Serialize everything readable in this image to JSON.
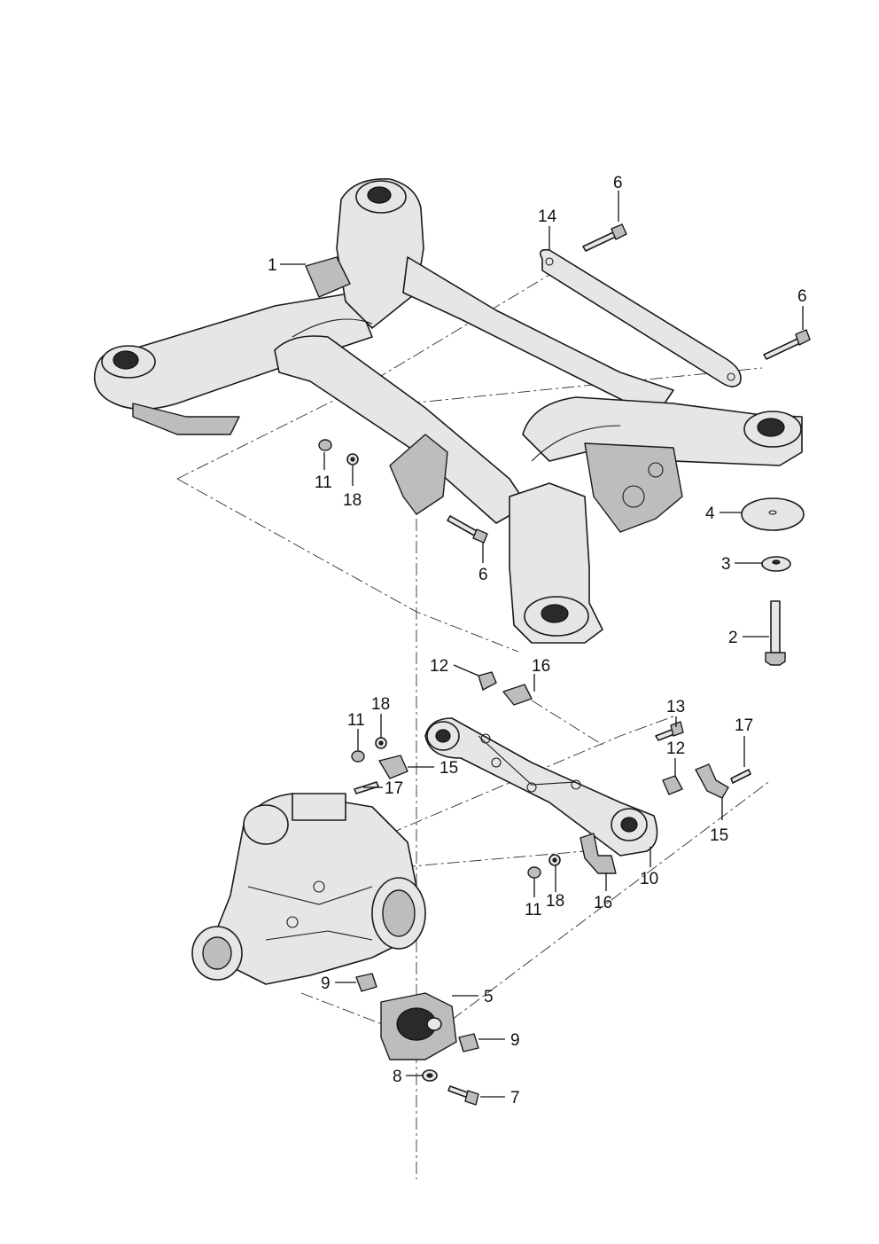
{
  "callouts": [
    {
      "id": "c1",
      "label": "1",
      "part": "rear-subframe"
    },
    {
      "id": "c2",
      "label": "2",
      "part": "mounting-bolt"
    },
    {
      "id": "c3",
      "label": "3",
      "part": "washer"
    },
    {
      "id": "c4",
      "label": "4",
      "part": "mounting-disc"
    },
    {
      "id": "c5",
      "label": "5",
      "part": "differential-mount"
    },
    {
      "id": "c6a",
      "label": "6",
      "part": "bolt"
    },
    {
      "id": "c6b",
      "label": "6",
      "part": "bolt"
    },
    {
      "id": "c6c",
      "label": "6",
      "part": "bolt"
    },
    {
      "id": "c7",
      "label": "7",
      "part": "bolt"
    },
    {
      "id": "c8",
      "label": "8",
      "part": "washer"
    },
    {
      "id": "c9a",
      "label": "9",
      "part": "clip"
    },
    {
      "id": "c9b",
      "label": "9",
      "part": "clip"
    },
    {
      "id": "c10",
      "label": "10",
      "part": "crossmember"
    },
    {
      "id": "c11a",
      "label": "11",
      "part": "nut"
    },
    {
      "id": "c11b",
      "label": "11",
      "part": "nut"
    },
    {
      "id": "c11c",
      "label": "11",
      "part": "nut"
    },
    {
      "id": "c12a",
      "label": "12",
      "part": "clip"
    },
    {
      "id": "c12b",
      "label": "12",
      "part": "clip"
    },
    {
      "id": "c13",
      "label": "13",
      "part": "bolt"
    },
    {
      "id": "c14",
      "label": "14",
      "part": "strut-brace"
    },
    {
      "id": "c15a",
      "label": "15",
      "part": "bracket"
    },
    {
      "id": "c15b",
      "label": "15",
      "part": "bracket"
    },
    {
      "id": "c16a",
      "label": "16",
      "part": "bracket"
    },
    {
      "id": "c16b",
      "label": "16",
      "part": "bracket"
    },
    {
      "id": "c17a",
      "label": "17",
      "part": "screw"
    },
    {
      "id": "c17b",
      "label": "17",
      "part": "screw"
    },
    {
      "id": "c18a",
      "label": "18",
      "part": "washer"
    },
    {
      "id": "c18b",
      "label": "18",
      "part": "washer"
    },
    {
      "id": "c18c",
      "label": "18",
      "part": "washer"
    }
  ]
}
